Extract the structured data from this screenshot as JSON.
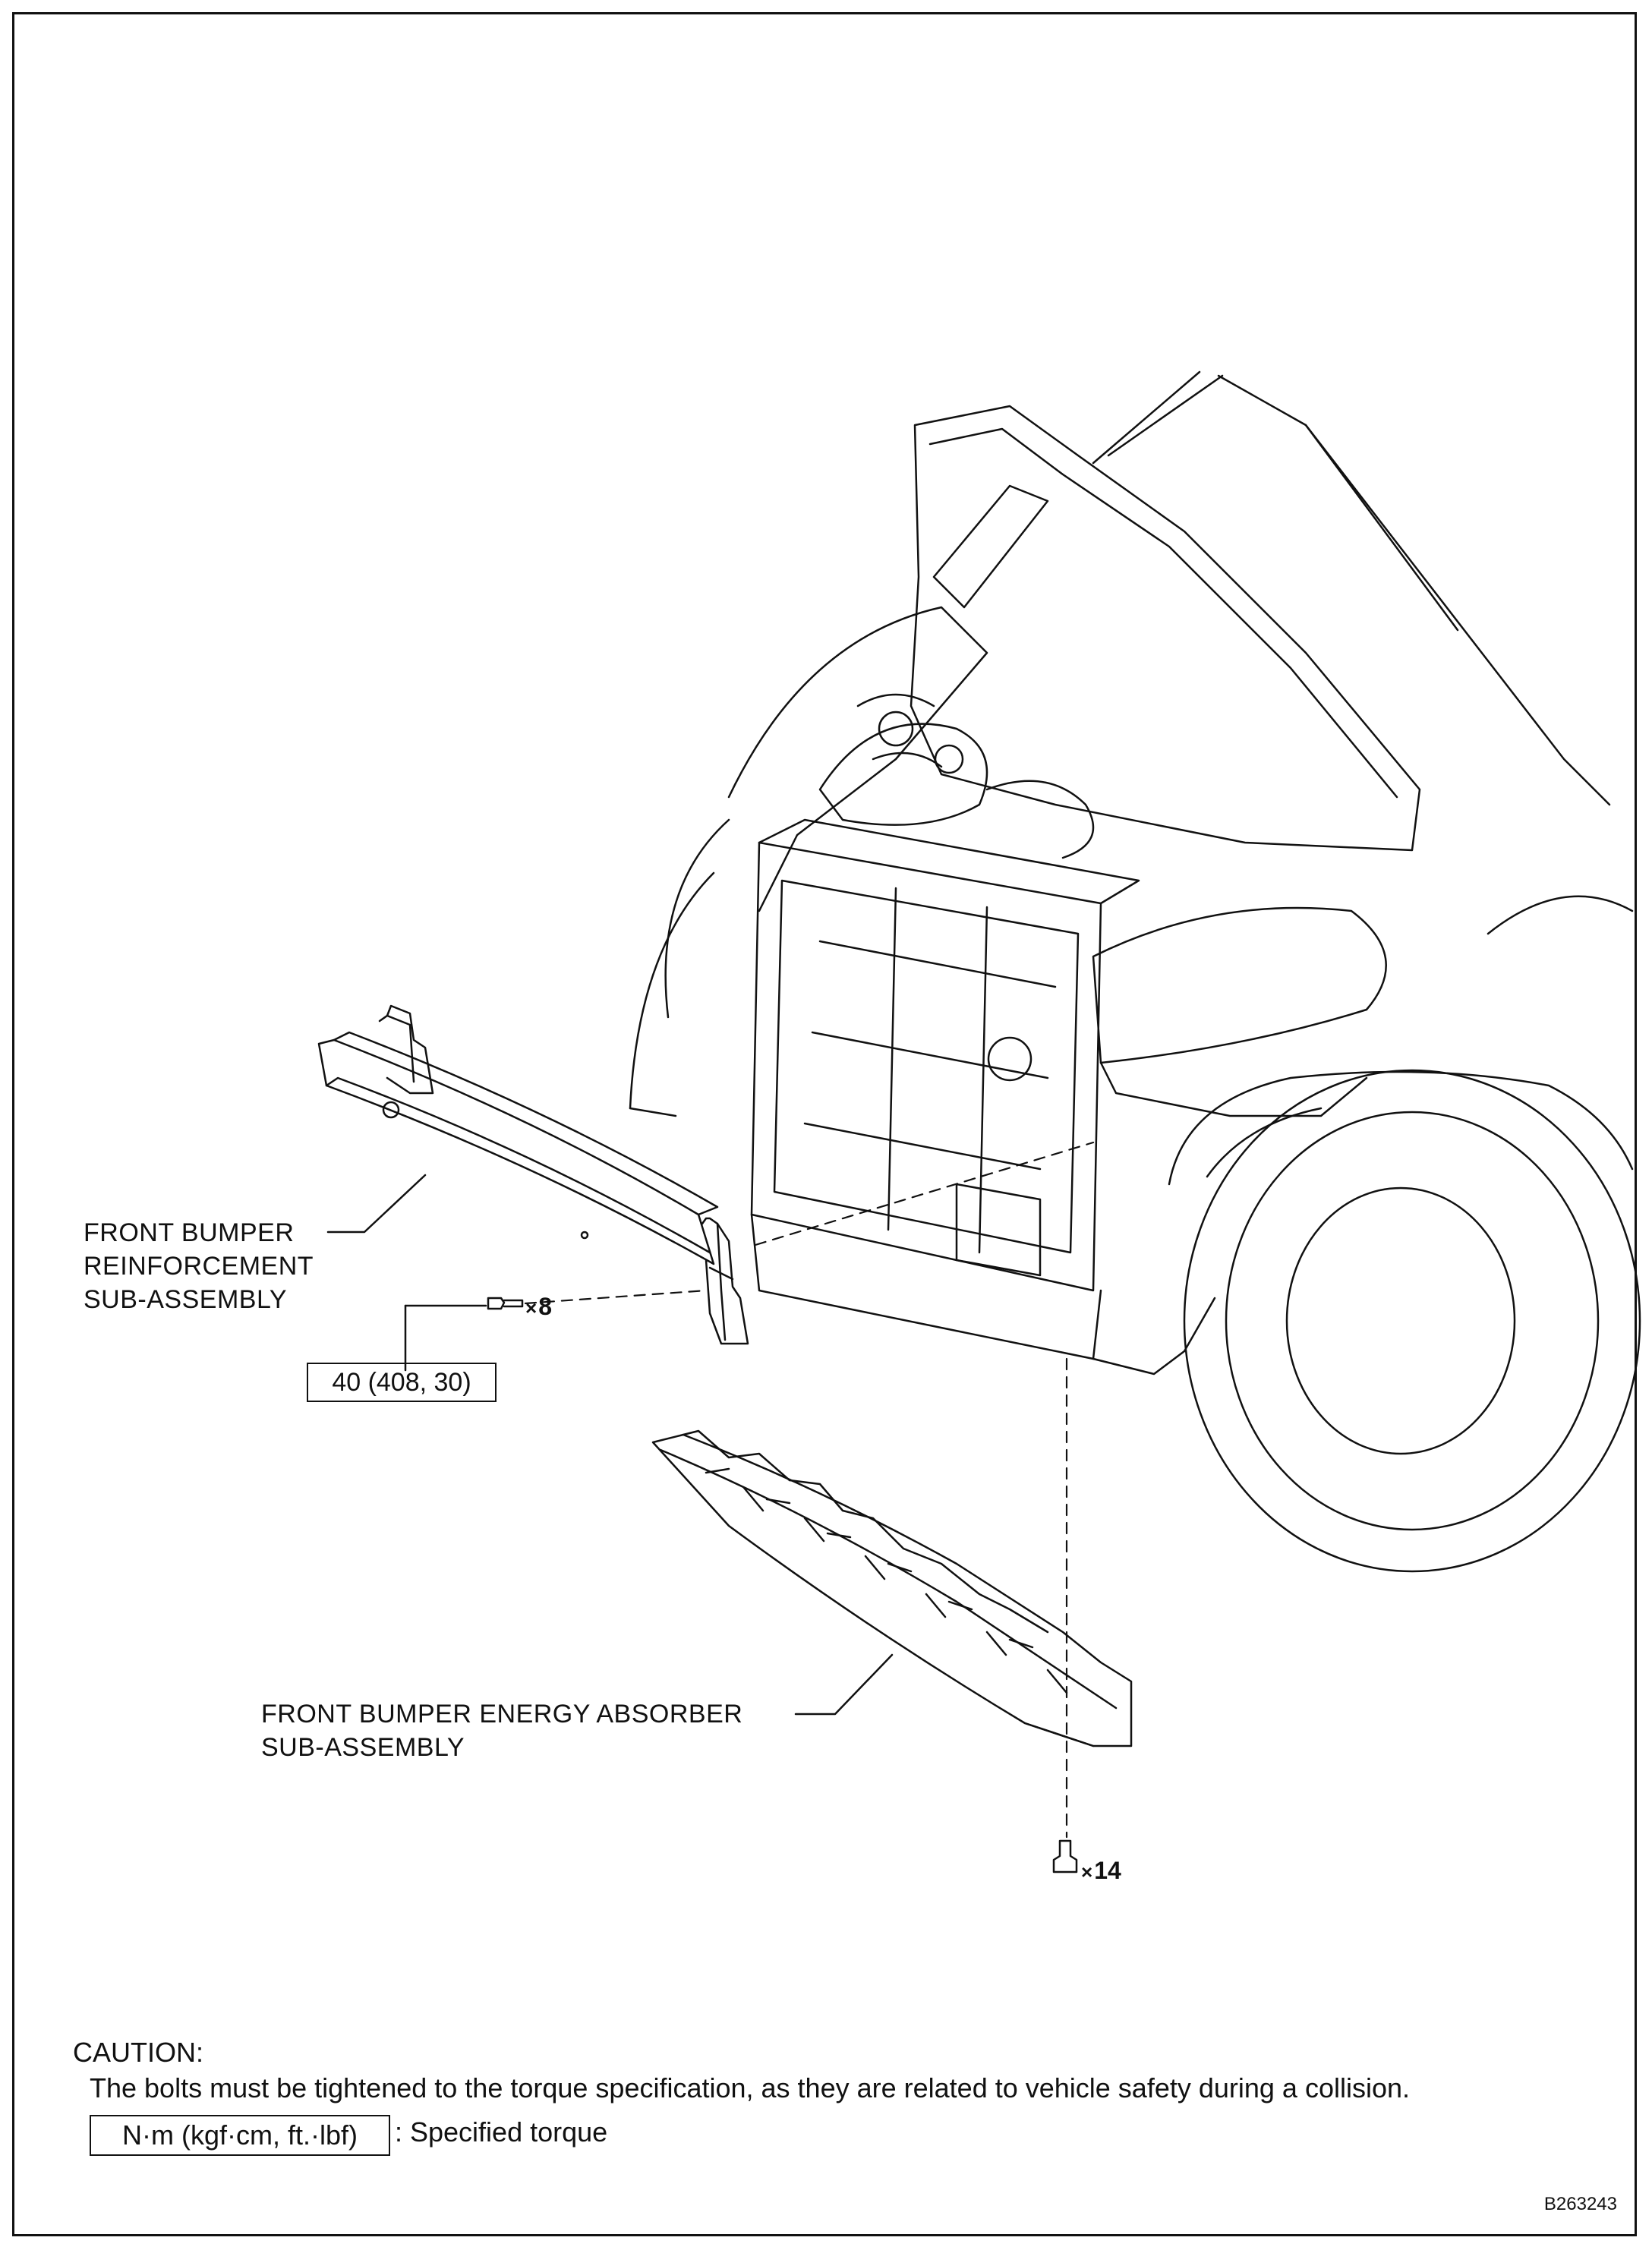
{
  "labels": {
    "reinforcement": [
      "FRONT BUMPER",
      "REINFORCEMENT",
      "SUB-ASSEMBLY"
    ],
    "absorber": [
      "FRONT BUMPER ENERGY ABSORBER",
      "SUB-ASSEMBLY"
    ]
  },
  "quantities": {
    "reinforcement_bolts": "8",
    "absorber_clips": "14",
    "multiply_symbol": "×"
  },
  "torque": {
    "value": "40 (408, 30)"
  },
  "caution": {
    "heading": "CAUTION:",
    "text": "The bolts must be tightened to the torque specification, as they are related to vehicle safety during a collision."
  },
  "legend": {
    "unit_box": "N·m (kgf·cm, ft.·lbf)",
    "description": ": Specified torque"
  },
  "figure_id": "B263243"
}
